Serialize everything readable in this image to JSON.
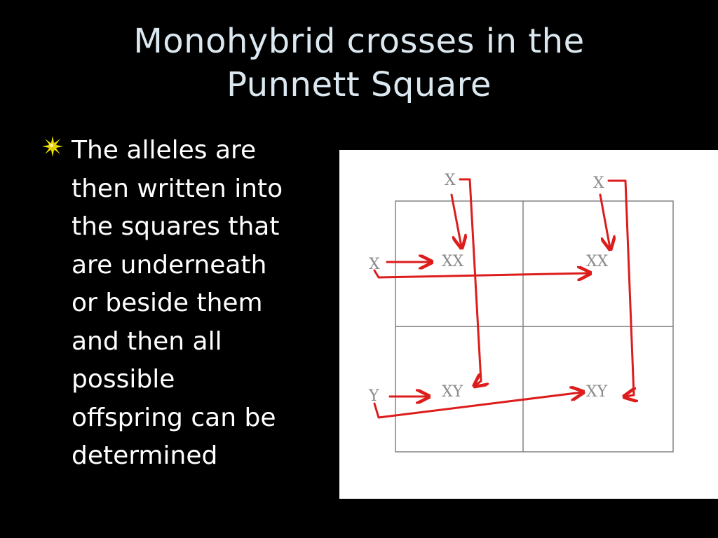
{
  "slide": {
    "title_line1": "Monohybrid crosses in the",
    "title_line2": "Punnett Square",
    "bullet_icon": "sunburst-bullet-icon",
    "bullet_text": "The alleles are\nthen written into\nthe squares that\nare underneath\nor beside them\nand then all\npossible\noffspring can be\ndetermined"
  },
  "punnett": {
    "top_alleles": [
      "X",
      "X"
    ],
    "side_alleles": [
      "X",
      "Y"
    ],
    "cells": [
      [
        "XX",
        "XX"
      ],
      [
        "XY",
        "XY"
      ]
    ],
    "arrow_color": "#dd1c1c",
    "line_color": "#7a7a7a",
    "text_color": "#8a8a8a"
  }
}
